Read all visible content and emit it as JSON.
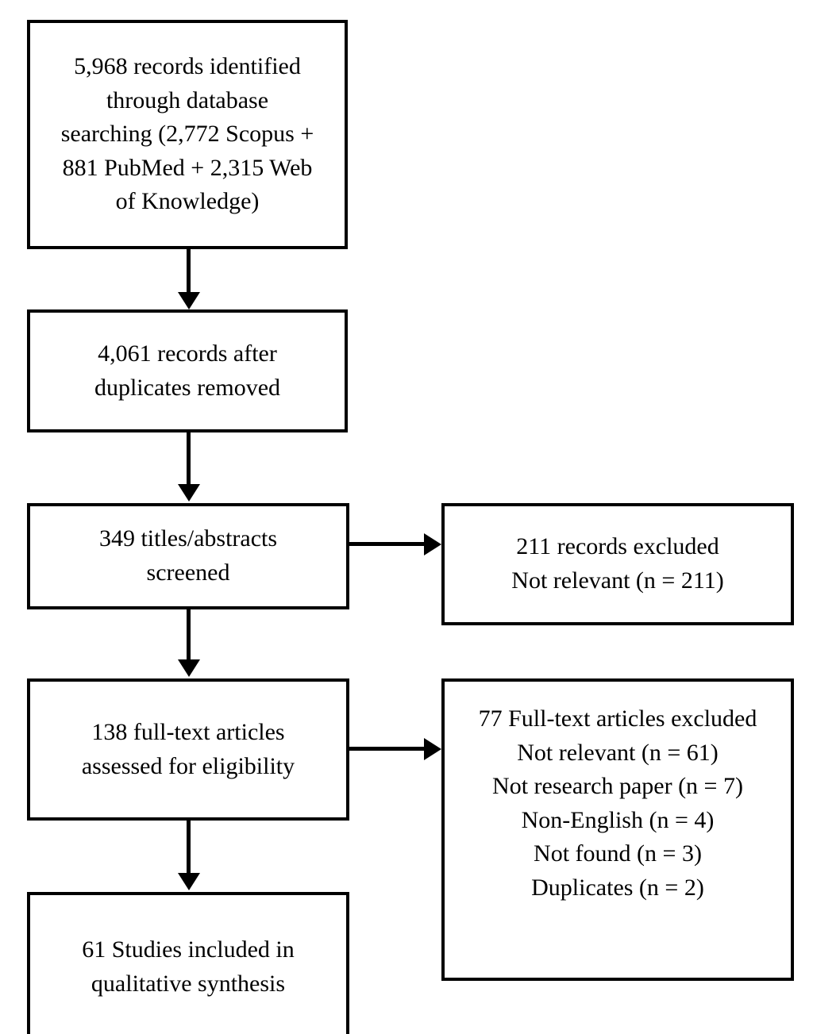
{
  "diagram": {
    "type": "prisma-flow-diagram",
    "nodes": {
      "identified": {
        "lines": [
          "5,968 records identified",
          "through database",
          "searching (2,772 Scopus +",
          "881 PubMed + 2,315 Web",
          "of Knowledge)"
        ],
        "count": "5,968",
        "sources": [
          {
            "name": "Scopus",
            "count": "2,772"
          },
          {
            "name": "PubMed",
            "count": "881"
          },
          {
            "name": "Web of Knowledge",
            "count": "2,315"
          }
        ]
      },
      "dedup": {
        "lines": [
          "4,061 records after",
          "duplicates removed"
        ],
        "count": "4,061"
      },
      "screened": {
        "lines": [
          "349 titles/abstracts",
          "screened"
        ],
        "count": "349"
      },
      "excluded_records": {
        "lines": [
          "211 records excluded",
          "Not relevant (n = 211)"
        ],
        "count": "211"
      },
      "eligibility": {
        "lines": [
          "138 full-text articles",
          "assessed for eligibility"
        ],
        "count": "138"
      },
      "excluded_fulltext": {
        "lines": [
          "77 Full-text articles excluded",
          "Not relevant (n = 61)",
          "Not research paper (n = 7)",
          "Non-English (n = 4)",
          "Not found (n = 3)",
          "Duplicates (n = 2)"
        ],
        "count": "77",
        "reasons": [
          {
            "label": "Not relevant",
            "n": "61"
          },
          {
            "label": "Not research paper",
            "n": "7"
          },
          {
            "label": "Non-English",
            "n": "4"
          },
          {
            "label": "Not found",
            "n": "3"
          },
          {
            "label": "Duplicates",
            "n": "2"
          }
        ]
      },
      "included": {
        "lines": [
          "61 Studies included in",
          "qualitative synthesis"
        ],
        "count": "61"
      }
    },
    "colors": {
      "stroke": "#000000",
      "fill": "#ffffff",
      "text": "#000000"
    }
  }
}
